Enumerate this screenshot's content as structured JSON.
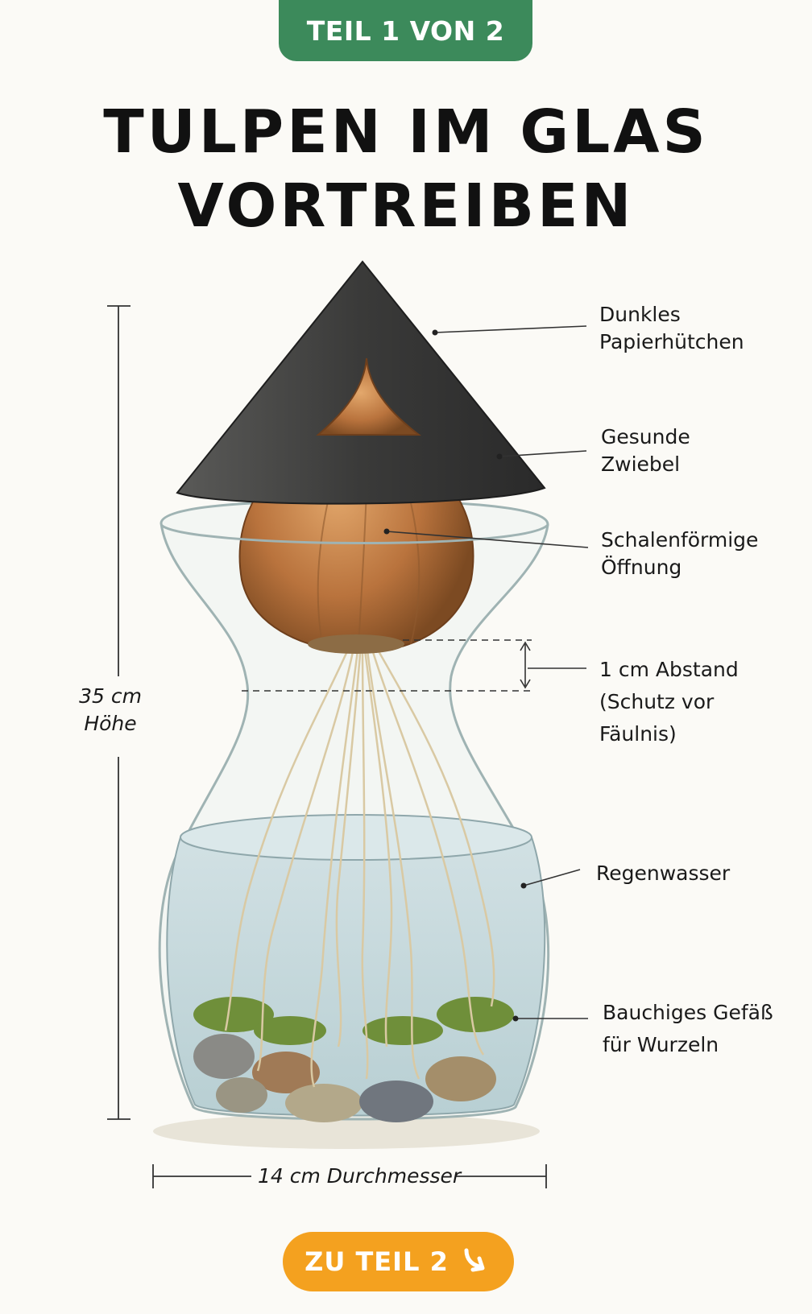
{
  "header": {
    "badge": "TEIL 1 VON 2"
  },
  "title": {
    "line1": "TULPEN IM GLAS",
    "line2": "VORTREIBEN"
  },
  "labels": {
    "hat": [
      "Dunkles",
      "Papierhütchen"
    ],
    "bulb": [
      "Gesunde",
      "Zwiebel"
    ],
    "opening": [
      "Schalenförmige",
      "Öffnung"
    ],
    "gap": [
      "1 cm  Abstand",
      "(Schutz vor",
      " Fäulnis)"
    ],
    "water": [
      "Regenwasser"
    ],
    "vessel": [
      "Bauchiges Gefäß",
      "für Wurzeln"
    ],
    "height": [
      "35 cm",
      "Höhe"
    ],
    "diameter": "14 cm Durchmesser"
  },
  "cta": {
    "label": "ZU TEIL 2",
    "icon": "curved-arrow-down-icon"
  },
  "colors": {
    "badge": "#3c8a5b",
    "cta": "#f4a11f"
  }
}
